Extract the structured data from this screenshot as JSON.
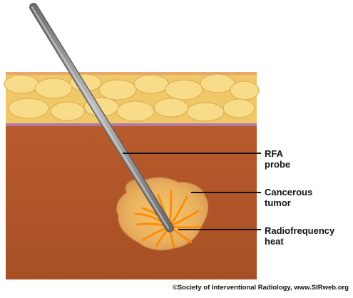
{
  "labels": {
    "rfa_probe": [
      "RFA",
      "probe"
    ],
    "cancerous_tumor": [
      "Cancerous",
      "tumor"
    ],
    "radiofrequency_heat": [
      "Radiofrequency",
      "heat"
    ]
  },
  "credit": "©Society of Interventional Radiology, www.SIRweb.org",
  "colors": {
    "fat_layer": "#f4d27a",
    "muscle_tissue": "#b55a2c",
    "tumor": "#e9b15f",
    "heat_rays": "#ff8a00",
    "probe": "#8c8c8c"
  },
  "icons": [
    "rfa-probe-icon",
    "tumor-icon",
    "heat-icon"
  ]
}
